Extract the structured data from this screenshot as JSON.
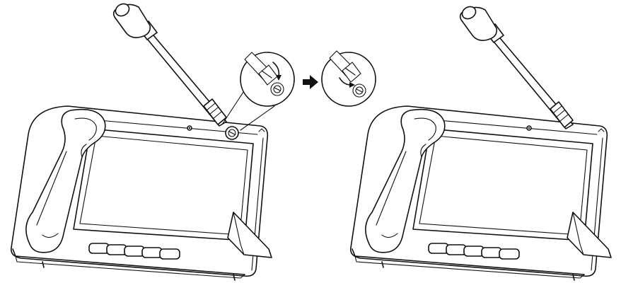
{
  "figure": {
    "panels": [
      {
        "id": "before",
        "microphone_state": "being-detached",
        "callout": "yes"
      },
      {
        "id": "after",
        "microphone_state": "attached",
        "callout": "no"
      }
    ],
    "arrow": "right-arrow",
    "soft_keys_count": 5,
    "colors": {
      "line": "#111111",
      "background": "#ffffff"
    }
  }
}
